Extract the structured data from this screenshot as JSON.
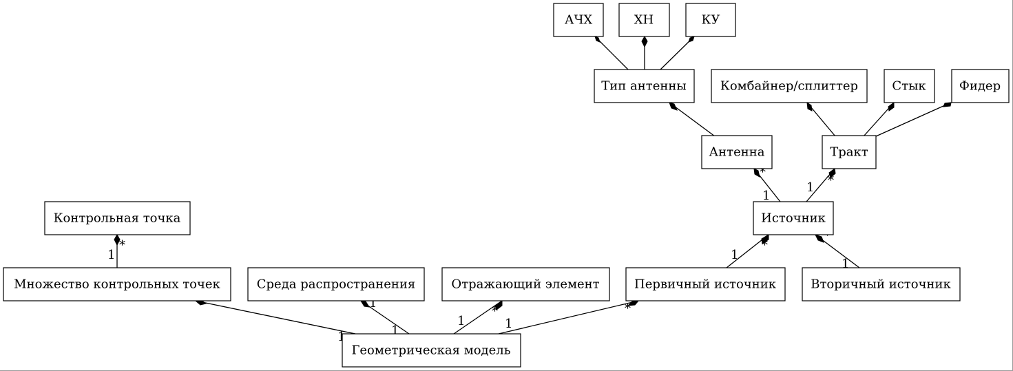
{
  "nodes": {
    "achx": "АЧХ",
    "xn": "ХН",
    "ku": "КУ",
    "antenna_type": "Тип антенны",
    "combiner": "Комбайнер/сплиттер",
    "joint": "Стык",
    "feeder": "Фидер",
    "antenna": "Антенна",
    "tract": "Тракт",
    "source": "Источник",
    "control_point": "Контрольная точка",
    "control_point_set": "Множество контрольных точек",
    "medium": "Среда распространения",
    "reflector": "Отражающий элемент",
    "primary_source": "Первичный источник",
    "secondary_source": "Вторичный источник",
    "geo_model": "Геометрическая модель"
  },
  "multiplicities": {
    "antenna_star": "*",
    "antenna_one": "1",
    "tract_star": "*",
    "tract_one": "1",
    "cp_star": "*",
    "cp_one": "1",
    "primary_star": "*",
    "primary_one": "1",
    "secondary_star": "*",
    "secondary_one": "1",
    "set_star": "*",
    "set_one": "1",
    "medium_one_top": "1",
    "medium_one_bottom": "1",
    "reflector_star": "*",
    "reflector_one": "1",
    "pri_geo_star": "*",
    "pri_geo_one": "1"
  }
}
